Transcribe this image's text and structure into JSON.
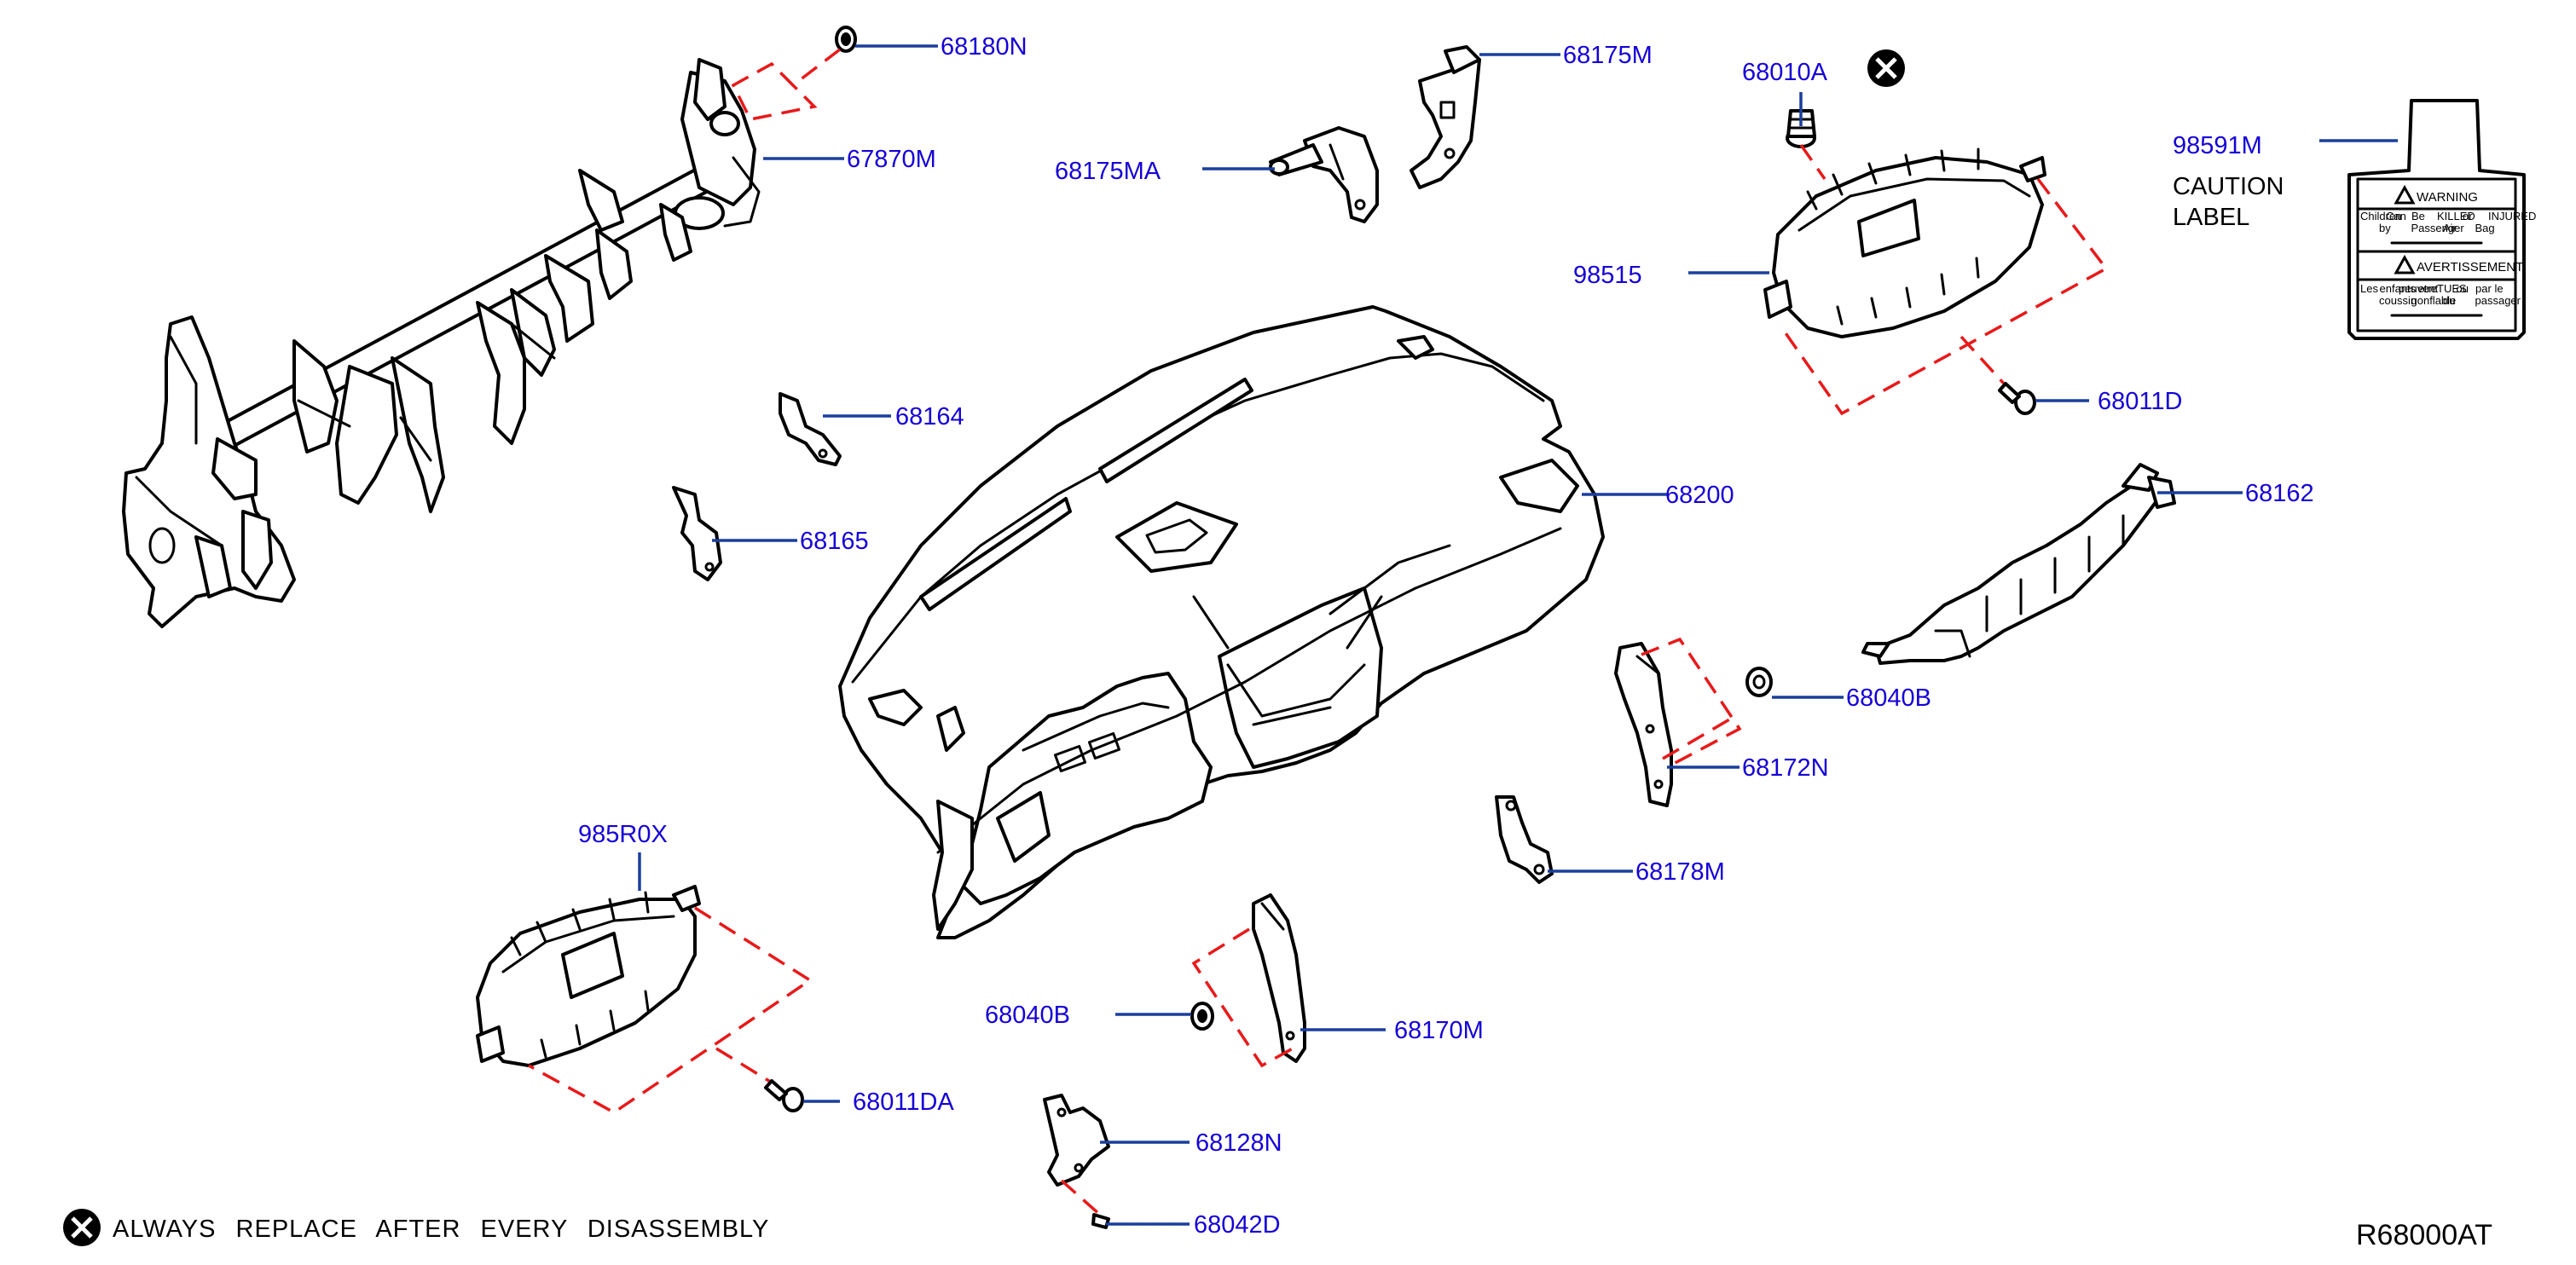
{
  "diagram": {
    "reference_code": "R68000AT",
    "note": {
      "icon": "x-circle-icon",
      "text": "ALWAYS   REPLACE   AFTER   EVERY   DISASSEMBLY"
    },
    "colors": {
      "part_label": "#1500d6",
      "leader_line": "#1a3f9c",
      "phantom_line": "#e8191a",
      "outline": "#000000"
    },
    "labels": {
      "p68180N": "68180N",
      "p67870M": "67870M",
      "p68175M": "68175M",
      "p68175MA": "68175MA",
      "p68010A": "68010A",
      "p98591M": "98591M",
      "p98515": "98515",
      "p68011D": "68011D",
      "p68164": "68164",
      "p68165": "68165",
      "p68200": "68200",
      "p68162": "68162",
      "p68040B_right": "68040B",
      "p68172N": "68172N",
      "p68178M": "68178M",
      "p985R0X": "985R0X",
      "p68040B_left": "68040B",
      "p68170M": "68170M",
      "p68011DA": "68011DA",
      "p68128N": "68128N",
      "p68042D": "68042D"
    },
    "caution_label": {
      "line1": "CAUTION",
      "line2": "LABEL",
      "warning_title": "WARNING",
      "warning_words": [
        "Children",
        "Can",
        "Be",
        "KILLED",
        "or",
        "INJURED",
        "by",
        "Passenger",
        "Air",
        "Bag"
      ],
      "avert_title": "AVERTISSEMENT",
      "avert_words": [
        "Les",
        "enfants",
        "peuvent",
        "etre",
        "TUES",
        "ou",
        "par",
        "le",
        "coussin",
        "gonflable",
        "du",
        "passager"
      ]
    }
  }
}
